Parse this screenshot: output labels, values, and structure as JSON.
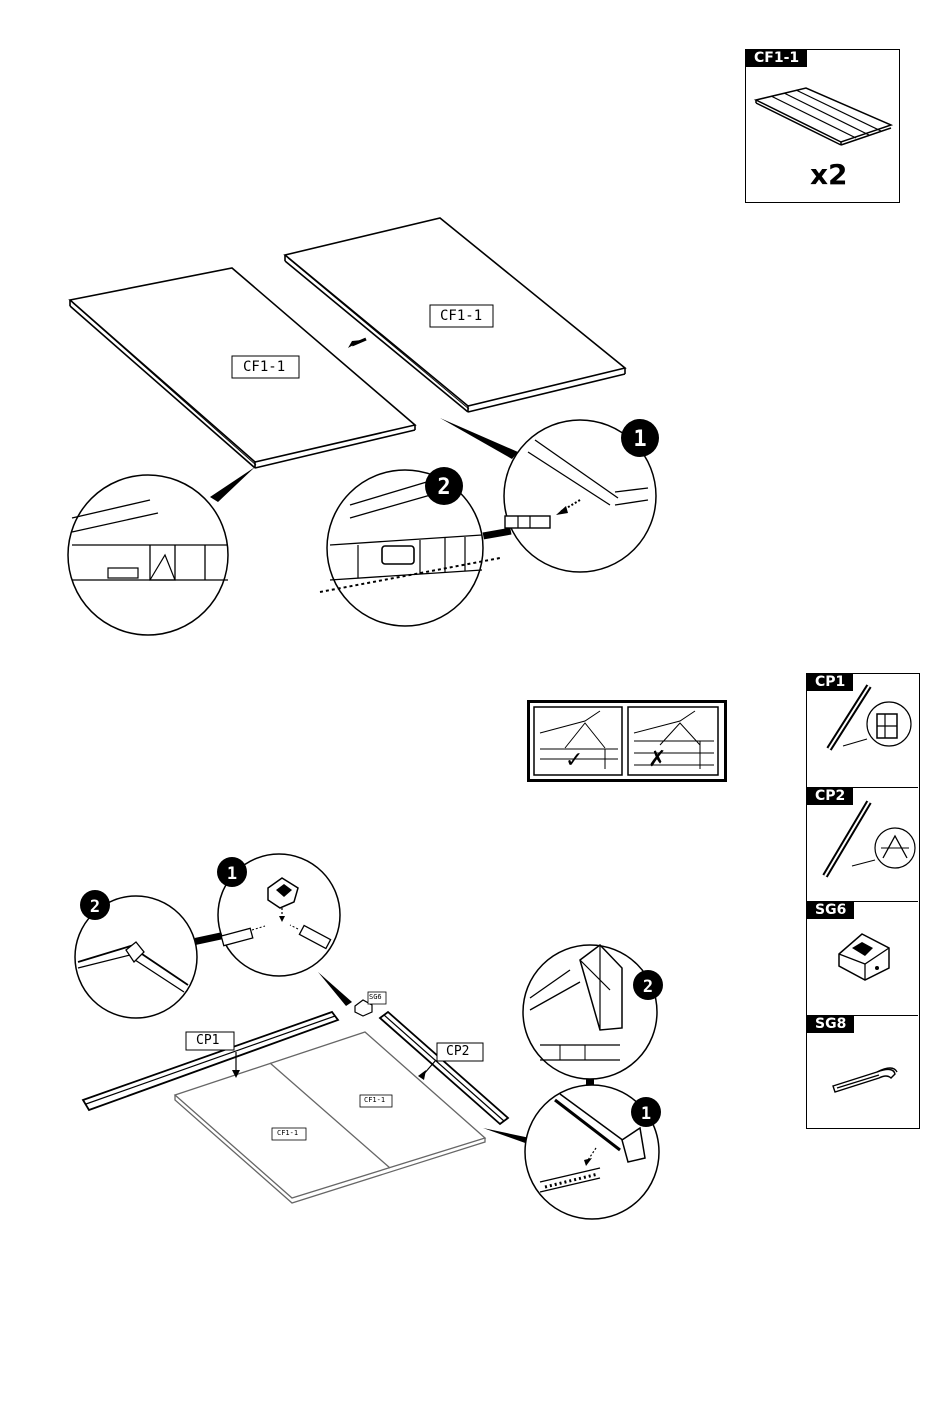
{
  "parts_top": {
    "code": "CF1-1",
    "qty": "x2"
  },
  "diagram_top": {
    "panel_left_label": "CF1-1",
    "panel_right_label": "CF1-1",
    "step1": "1",
    "step2": "2"
  },
  "check_panel": {
    "ok_mark": "✓",
    "bad_mark": "✗"
  },
  "parts_side": [
    {
      "code": "CP1"
    },
    {
      "code": "CP2"
    },
    {
      "code": "SG6"
    },
    {
      "code": "SG8"
    }
  ],
  "diagram_bottom": {
    "cp1_label": "CP1",
    "cp2_label": "CP2",
    "sg6_label": "SG6",
    "panel_a_label": "CF1-1",
    "panel_b_label": "CF1-1",
    "step1_left": "1",
    "step2_left": "2",
    "step1_right": "1",
    "step2_right": "2"
  },
  "colors": {
    "ink": "#000000",
    "paper": "#ffffff",
    "grey_line": "#555555"
  }
}
